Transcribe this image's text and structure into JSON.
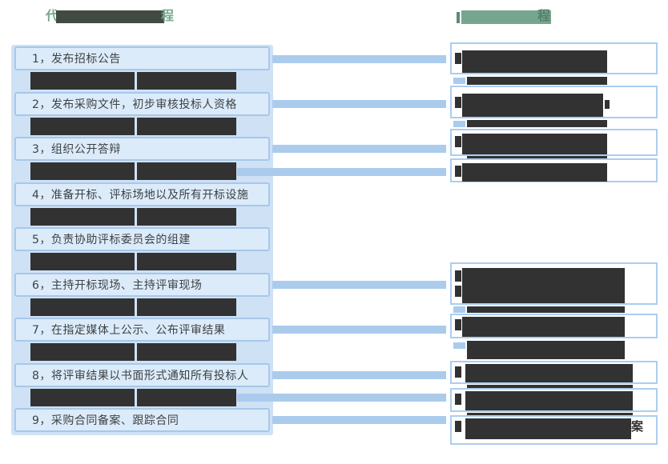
{
  "titles": {
    "left": {
      "visible_start": "代",
      "visible_end": "程"
    },
    "right": {
      "visible_end": "程"
    }
  },
  "left_flow": {
    "steps": [
      {
        "label": "1，发布招标公告"
      },
      {
        "label": "2，发布采购文件，初步审核投标人资格"
      },
      {
        "label": "3，组织公开答辩"
      },
      {
        "label": "4，准备开标、评标场地以及所有开标设施"
      },
      {
        "label": "5，负责协助评标委员会的组建"
      },
      {
        "label": "6，主持开标现场、主持评审现场"
      },
      {
        "label": "7，在指定媒体上公示、公布评审结果"
      },
      {
        "label": "8，将评审结果以书面形式通知所有投标人"
      },
      {
        "label": "9，采购合同备案、跟踪合同"
      }
    ]
  },
  "right_flow": {
    "boxes": [
      {
        "redacted": true,
        "visible_text": ""
      },
      {
        "redacted": true,
        "visible_text": ""
      },
      {
        "redacted": true,
        "visible_text": ""
      },
      {
        "redacted": true,
        "visible_text": ""
      },
      {
        "redacted": true,
        "visible_text": "",
        "lines": 2
      },
      {
        "redacted": true,
        "visible_text": ""
      },
      {
        "redacted": true,
        "visible_text": ""
      },
      {
        "redacted": true,
        "visible_text": ""
      },
      {
        "redacted": true,
        "visible_text": "案"
      }
    ]
  },
  "colors": {
    "title_green": "#76a68f",
    "flow_column_bg": "#cfe1f4",
    "step_fill": "#dcebfa",
    "step_border": "#a6c8ea",
    "connector_blue": "#aacbec",
    "redaction_black": "#323232",
    "title_redaction_dark": "#414b44",
    "right_box_border": "#abcdf0",
    "step_text": "#3d4245"
  }
}
